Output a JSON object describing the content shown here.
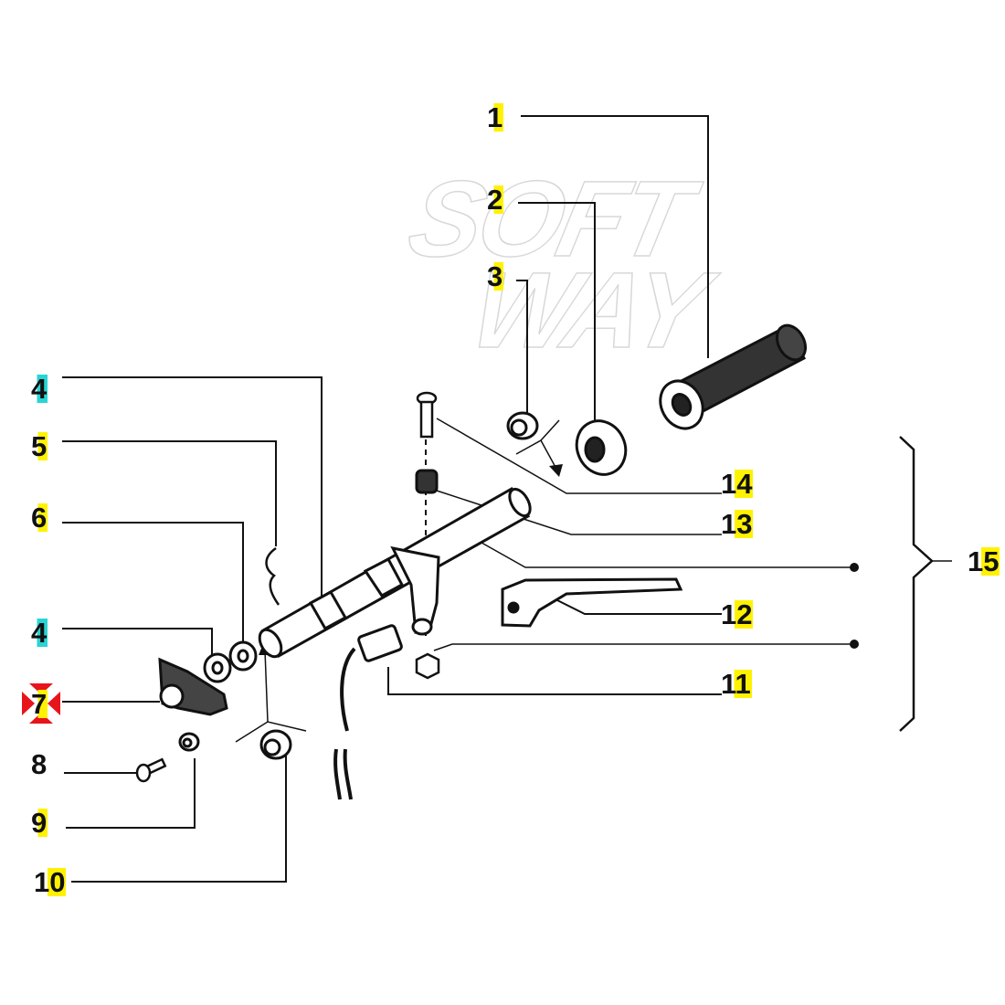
{
  "watermark": {
    "line1": "SOFT",
    "line2": "WAY"
  },
  "callouts": [
    {
      "id": "1",
      "highlight": "yellow"
    },
    {
      "id": "2",
      "highlight": "yellow"
    },
    {
      "id": "3",
      "highlight": "yellow"
    },
    {
      "id": "4",
      "highlight": "cyan"
    },
    {
      "id": "5",
      "highlight": "yellow"
    },
    {
      "id": "6",
      "highlight": "yellow"
    },
    {
      "id": "4",
      "highlight": "cyan"
    },
    {
      "id": "7",
      "highlight": "yellow",
      "selected": true
    },
    {
      "id": "8",
      "highlight": "none"
    },
    {
      "id": "9",
      "highlight": "yellow"
    },
    {
      "id": "10",
      "highlight": "yellow"
    },
    {
      "id": "11",
      "highlight": "yellow"
    },
    {
      "id": "12",
      "highlight": "yellow"
    },
    {
      "id": "13",
      "highlight": "yellow"
    },
    {
      "id": "14",
      "highlight": "yellow"
    },
    {
      "id": "15",
      "highlight": "yellow"
    }
  ],
  "colors": {
    "highlight_yellow": "#fff200",
    "highlight_cyan": "#2ad4d4",
    "selection_marker": "#e8141c",
    "ink": "#111111"
  }
}
